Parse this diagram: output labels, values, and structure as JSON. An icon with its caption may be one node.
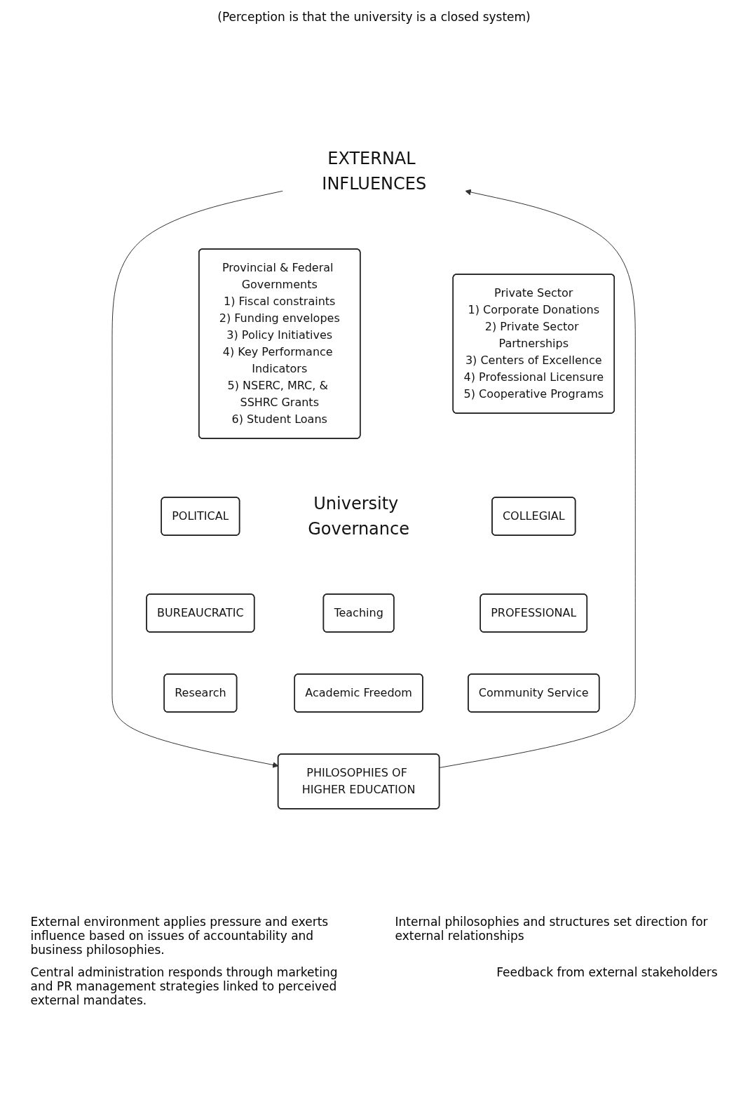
{
  "diagram": {
    "nodes": [
      {
        "text": [
          "EXTERNAL INFLUENCES"
        ]
      },
      {
        "text": [
          "Provincial & Federal Governments",
          "1) Fiscal constraints",
          "2) Funding envelopes",
          "3) Policy Initiatives",
          "4) Key Performance Indicators",
          "5) NSERC, MRC, & SSHRC Grants",
          "6) Student Loans"
        ]
      },
      {
        "text": [
          "Private Sector",
          "1) Corporate Donations",
          "2) Private Sector Partnerships",
          "3) Centers of Excellence",
          "4) Professional Licensure",
          "5) Cooperative Programs"
        ]
      },
      {
        "text": [
          "POLITICAL"
        ]
      },
      {
        "text": [
          "University Governance"
        ]
      },
      {
        "text": [
          "COLLEGIAL"
        ]
      },
      {
        "text": [
          "BUREAUCRATIC"
        ]
      },
      {
        "text": [
          "PROFESSIONAL"
        ]
      },
      {
        "text": [
          "Research"
        ]
      },
      {
        "text": [
          "Teaching"
        ]
      },
      {
        "text": [
          "Community Service"
        ]
      },
      {
        "text": [
          "Academic Freedom"
        ]
      },
      {
        "text": [
          "PHILOSOPHIES OF HIGHER EDUCATION"
        ]
      }
    ],
    "edges": [
      {
        "from": 12,
        "to": 0,
        "arrow": "to"
      },
      {
        "from": 0,
        "to": 12,
        "arrow": "to"
      }
    ],
    "labels": [
      "(Perception is that the university is a closed system)",
      "External environment applies pressure and exerts influence based on issues of accountability and business philosophies.",
      "Internal philosophies and structures set direction for external relationships",
      "Central administration responds through marketing and PR management strategies linked to perceived external mandates.",
      "Feedback from external stakeholders"
    ]
  }
}
